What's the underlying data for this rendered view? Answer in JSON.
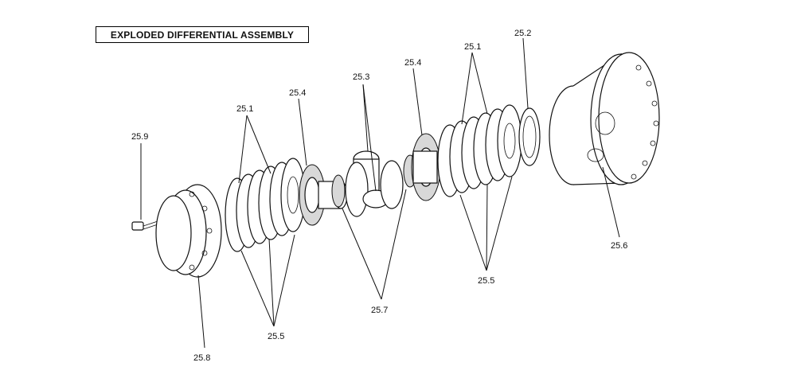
{
  "title": "EXPLODED DIFFERENTIAL ASSEMBLY",
  "labels": {
    "l_25_9": "25.9",
    "l_25_8": "25.8",
    "l_25_1_left": "25.1",
    "l_25_5_left": "25.5",
    "l_25_4_left": "25.4",
    "l_25_3": "25.3",
    "l_25_7": "25.7",
    "l_25_4_right": "25.4",
    "l_25_1_right": "25.1",
    "l_25_5_right": "25.5",
    "l_25_2": "25.2",
    "l_25_6": "25.6"
  }
}
